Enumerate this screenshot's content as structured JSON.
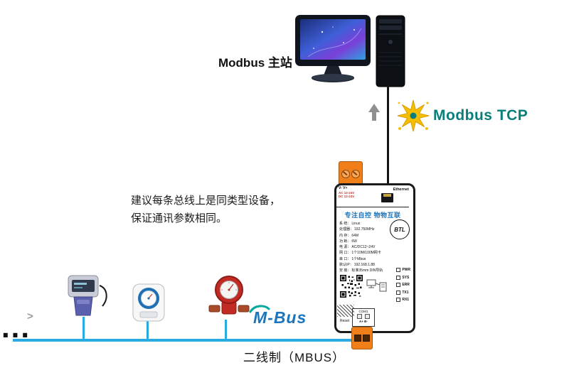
{
  "colors": {
    "bus_blue": "#29ABE2",
    "connector_orange": "#F07F1A",
    "device_title_blue": "#1B75BC",
    "modbus_teal": "#0A7E78",
    "star_yellow": "#F6BE00",
    "mbus_blue": "#1B75BC",
    "mbus_teal": "#00A99D"
  },
  "master": {
    "label": "Modbus 主站"
  },
  "modbus_tcp": {
    "label": "Modbus TCP"
  },
  "note": {
    "line1": "建议每条总线上是同类型设备，",
    "line2": "保证通讯参数相同。"
  },
  "device": {
    "terminal_pins": "V-  V+",
    "power_ac": "AC 12-24V",
    "power_dc": "DC 12-24V",
    "ethernet_label": "Ethernet",
    "title": "专注自控 物物互联",
    "btl_label": "BTL",
    "specs": [
      {
        "k": "系 统：",
        "v": "Linux"
      },
      {
        "k": "处理器：",
        "v": "192.750MHz"
      },
      {
        "k": "内 存：",
        "v": "64M"
      },
      {
        "k": "功 耗：",
        "v": "6W"
      },
      {
        "k": "电 源：",
        "v": "AC/DC12~24V"
      },
      {
        "k": "网 口：",
        "v": "1个10M/100M网卡"
      },
      {
        "k": "串 口：",
        "v": "1个Mbus"
      },
      {
        "k": "默认IP：",
        "v": "192.168.1.88"
      },
      {
        "k": "安 装：",
        "v": "标准35mm DIN导轨"
      }
    ],
    "leds": [
      "PWR",
      "SYS",
      "ERR",
      "TX1",
      "RX1"
    ],
    "reset_label": "Reset",
    "com_label": "COM1",
    "com_pins": "A+  B-"
  },
  "bus": {
    "mbus_logo": "M-Bus",
    "label": "二线制（MBUS）",
    "ellipsis": "...",
    "continuation_arrow": ">"
  }
}
